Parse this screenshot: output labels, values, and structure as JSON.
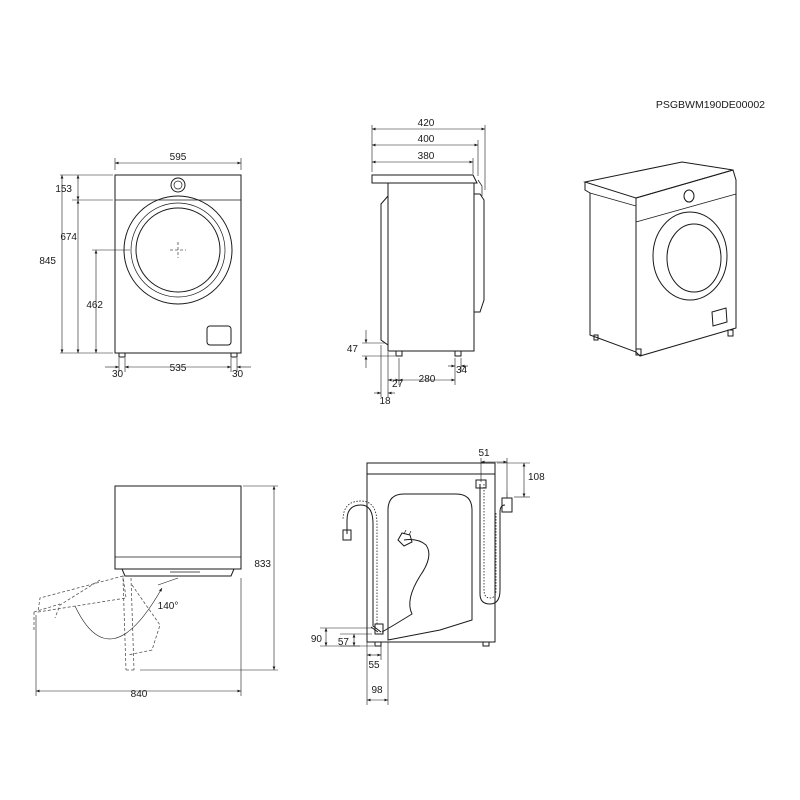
{
  "code": "PSGBWM190DE00002",
  "front": {
    "width": "595",
    "top": "153",
    "door": "674",
    "height": "845",
    "center": "462",
    "feet_span": "535",
    "foot_left": "30",
    "foot_right": "30"
  },
  "side": {
    "d420": "420",
    "d400": "400",
    "d380": "380",
    "d47": "47",
    "d27": "27",
    "d280": "280",
    "d34": "34",
    "d18": "18"
  },
  "top_view": {
    "height": "833",
    "width": "840",
    "angle": "140°"
  },
  "back": {
    "d51": "51",
    "d108": "108",
    "d90": "90",
    "d57": "57",
    "d55": "55",
    "d98": "98"
  }
}
